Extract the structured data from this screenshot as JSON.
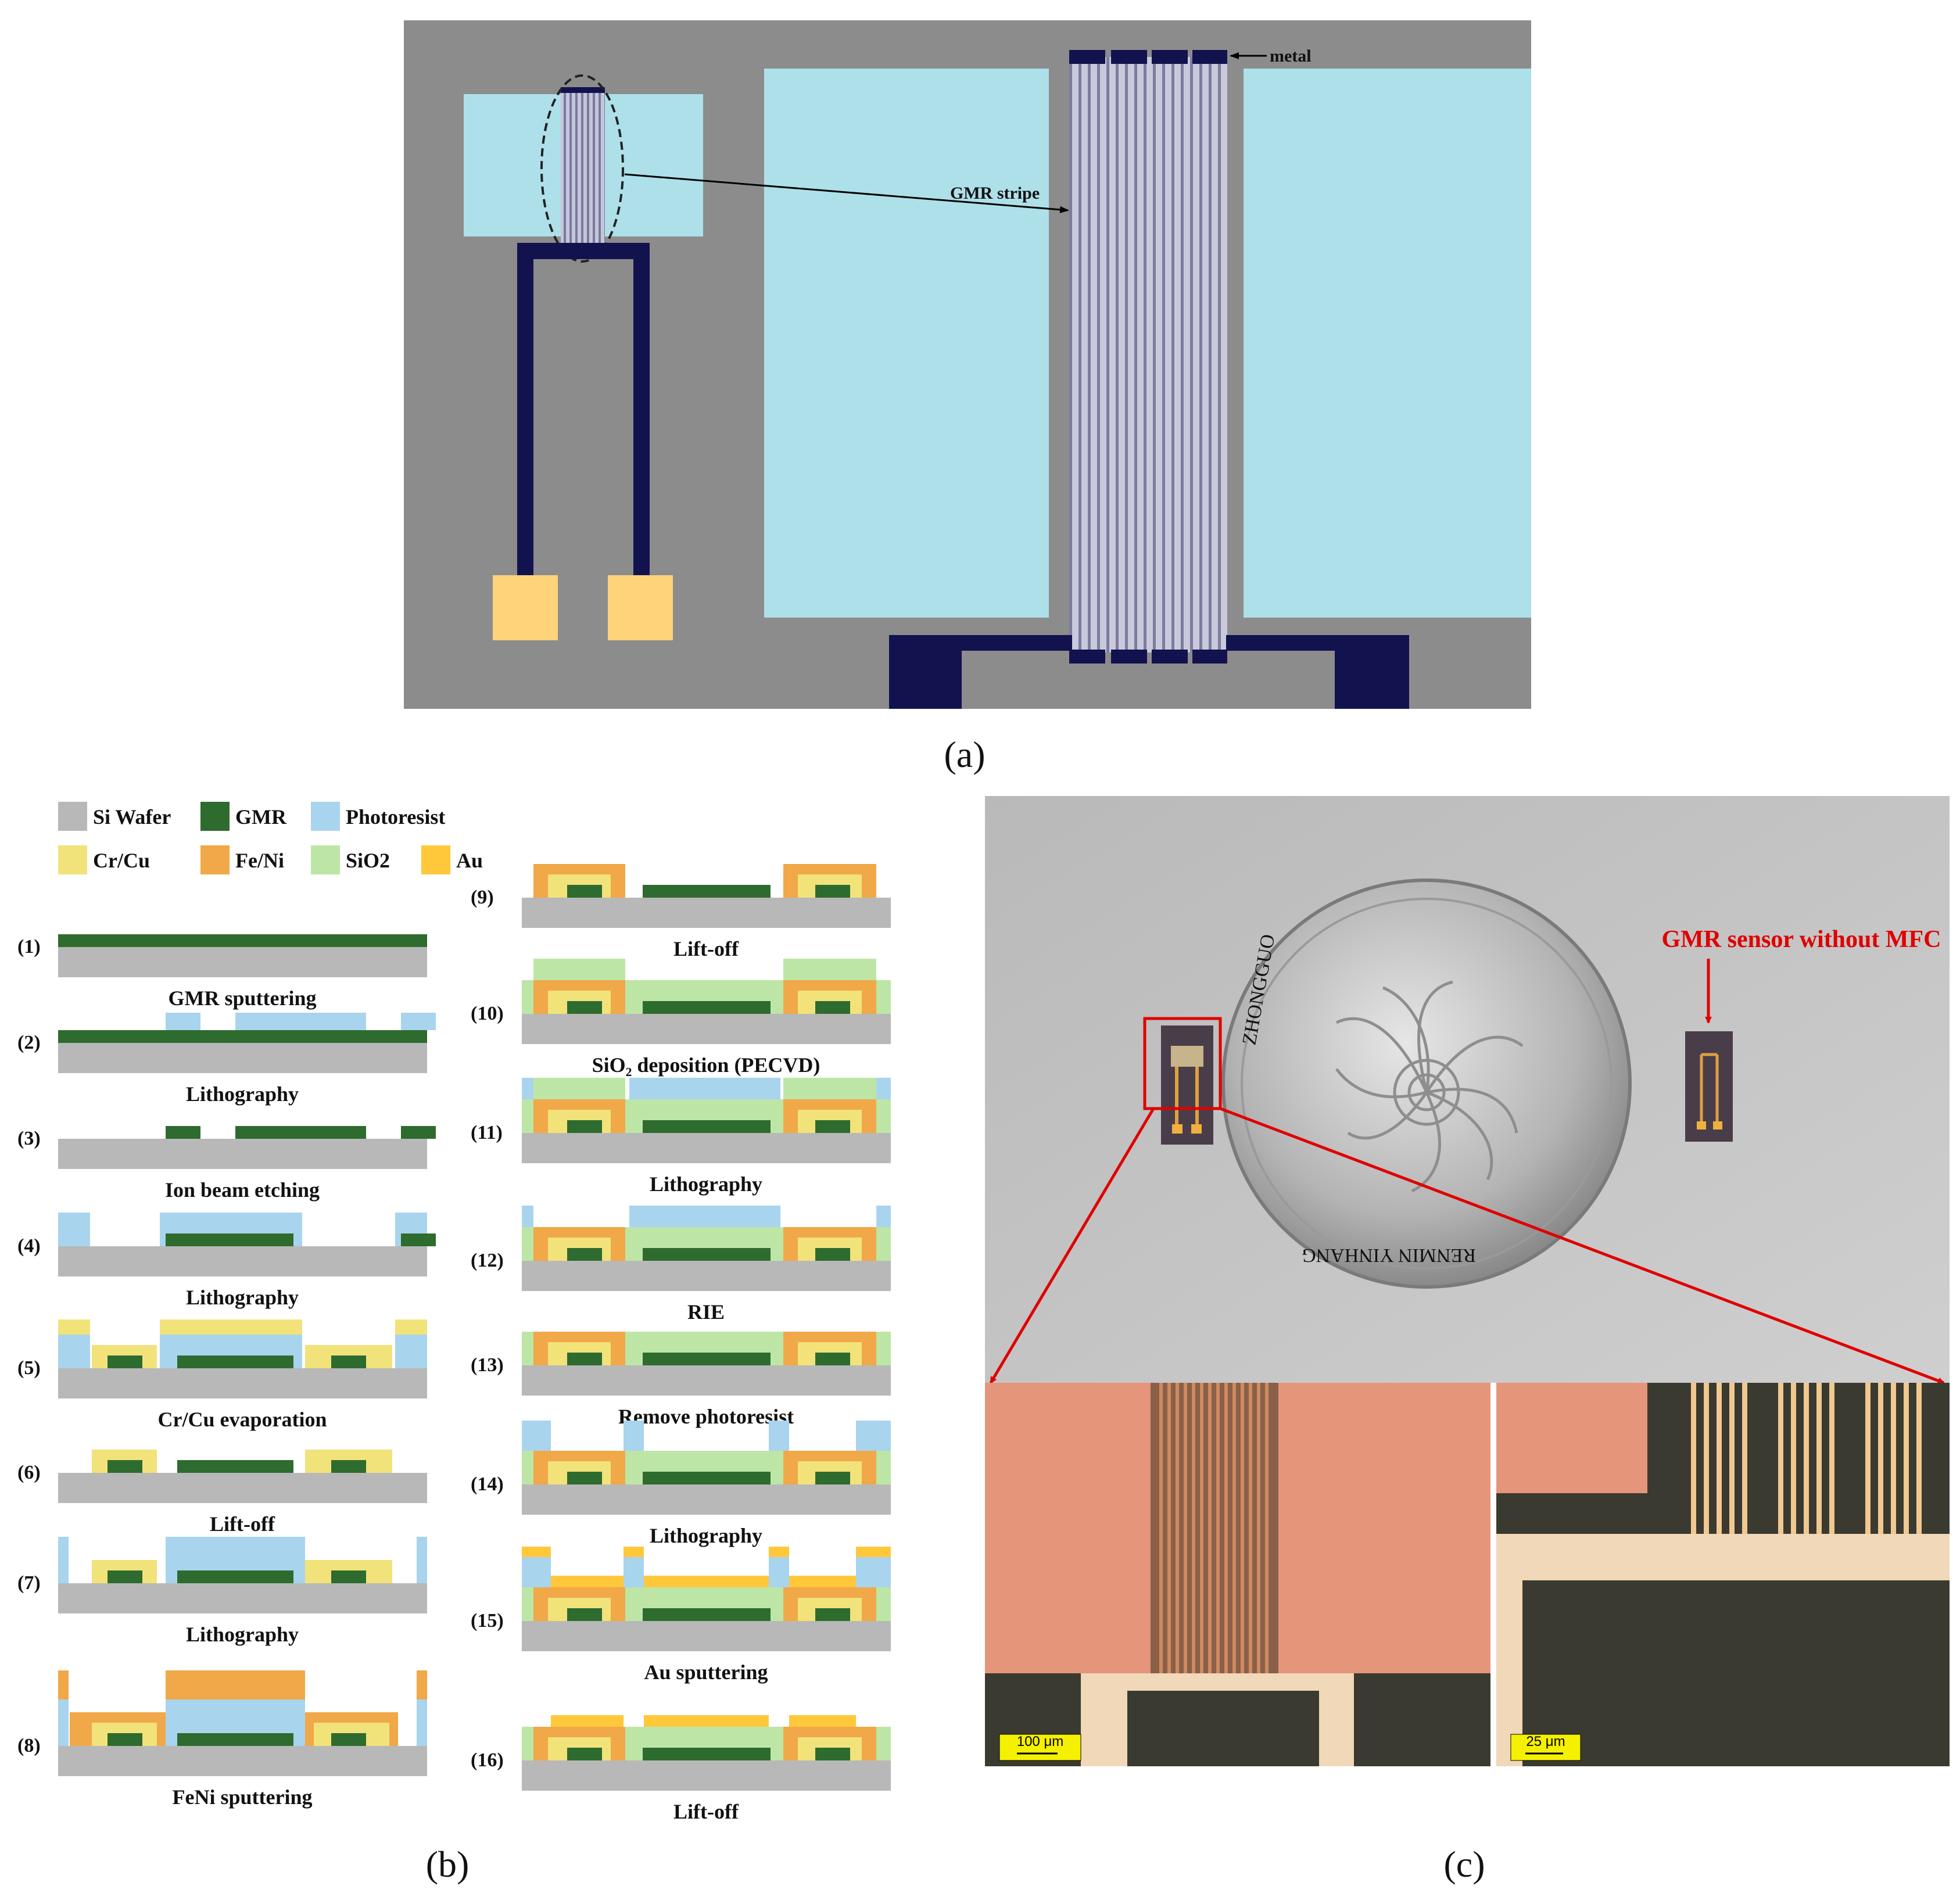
{
  "panel_a": {
    "caption": "(a)",
    "label_metal": "metal",
    "label_gmr_stripe": "GMR stripe"
  },
  "panel_b": {
    "caption": "(b)",
    "legend": [
      {
        "name": "Si Wafer",
        "color": "#b8b8b8"
      },
      {
        "name": "GMR",
        "color": "#2e6b2e"
      },
      {
        "name": "Photoresist",
        "color": "#a8d4ee"
      },
      {
        "name": "Cr/Cu",
        "color": "#f2e27a"
      },
      {
        "name": "Fe/Ni",
        "color": "#f0a848"
      },
      {
        "name": "SiO2",
        "color": "#bde6a6"
      },
      {
        "name": "Au",
        "color": "#ffc73a"
      }
    ],
    "steps": [
      {
        "num": "(1)",
        "label": "GMR sputtering"
      },
      {
        "num": "(2)",
        "label": "Lithography"
      },
      {
        "num": "(3)",
        "label": "Ion beam etching"
      },
      {
        "num": "(4)",
        "label": "Lithography"
      },
      {
        "num": "(5)",
        "label": "Cr/Cu evaporation"
      },
      {
        "num": "(6)",
        "label": "Lift-off"
      },
      {
        "num": "(7)",
        "label": "Lithography"
      },
      {
        "num": "(8)",
        "label": "FeNi sputtering"
      },
      {
        "num": "(9)",
        "label": "Lift-off"
      },
      {
        "num": "(10)",
        "label": "SiO₂ deposition (PECVD)"
      },
      {
        "num": "(11)",
        "label": "Lithography"
      },
      {
        "num": "(12)",
        "label": "RIE"
      },
      {
        "num": "(13)",
        "label": "Remove photoresist"
      },
      {
        "num": "(14)",
        "label": "Lithography"
      },
      {
        "num": "(15)",
        "label": "Au sputtering"
      },
      {
        "num": "(16)",
        "label": "Lift-off"
      }
    ]
  },
  "panel_c": {
    "caption": "(c)",
    "label_sensor": "GMR sensor without MFC",
    "coin_text_left": "ZHONGGUO",
    "coin_text_right": "RENMIN YINHANG",
    "scalebar_left": "100 μm",
    "scalebar_right": "25 μm"
  }
}
